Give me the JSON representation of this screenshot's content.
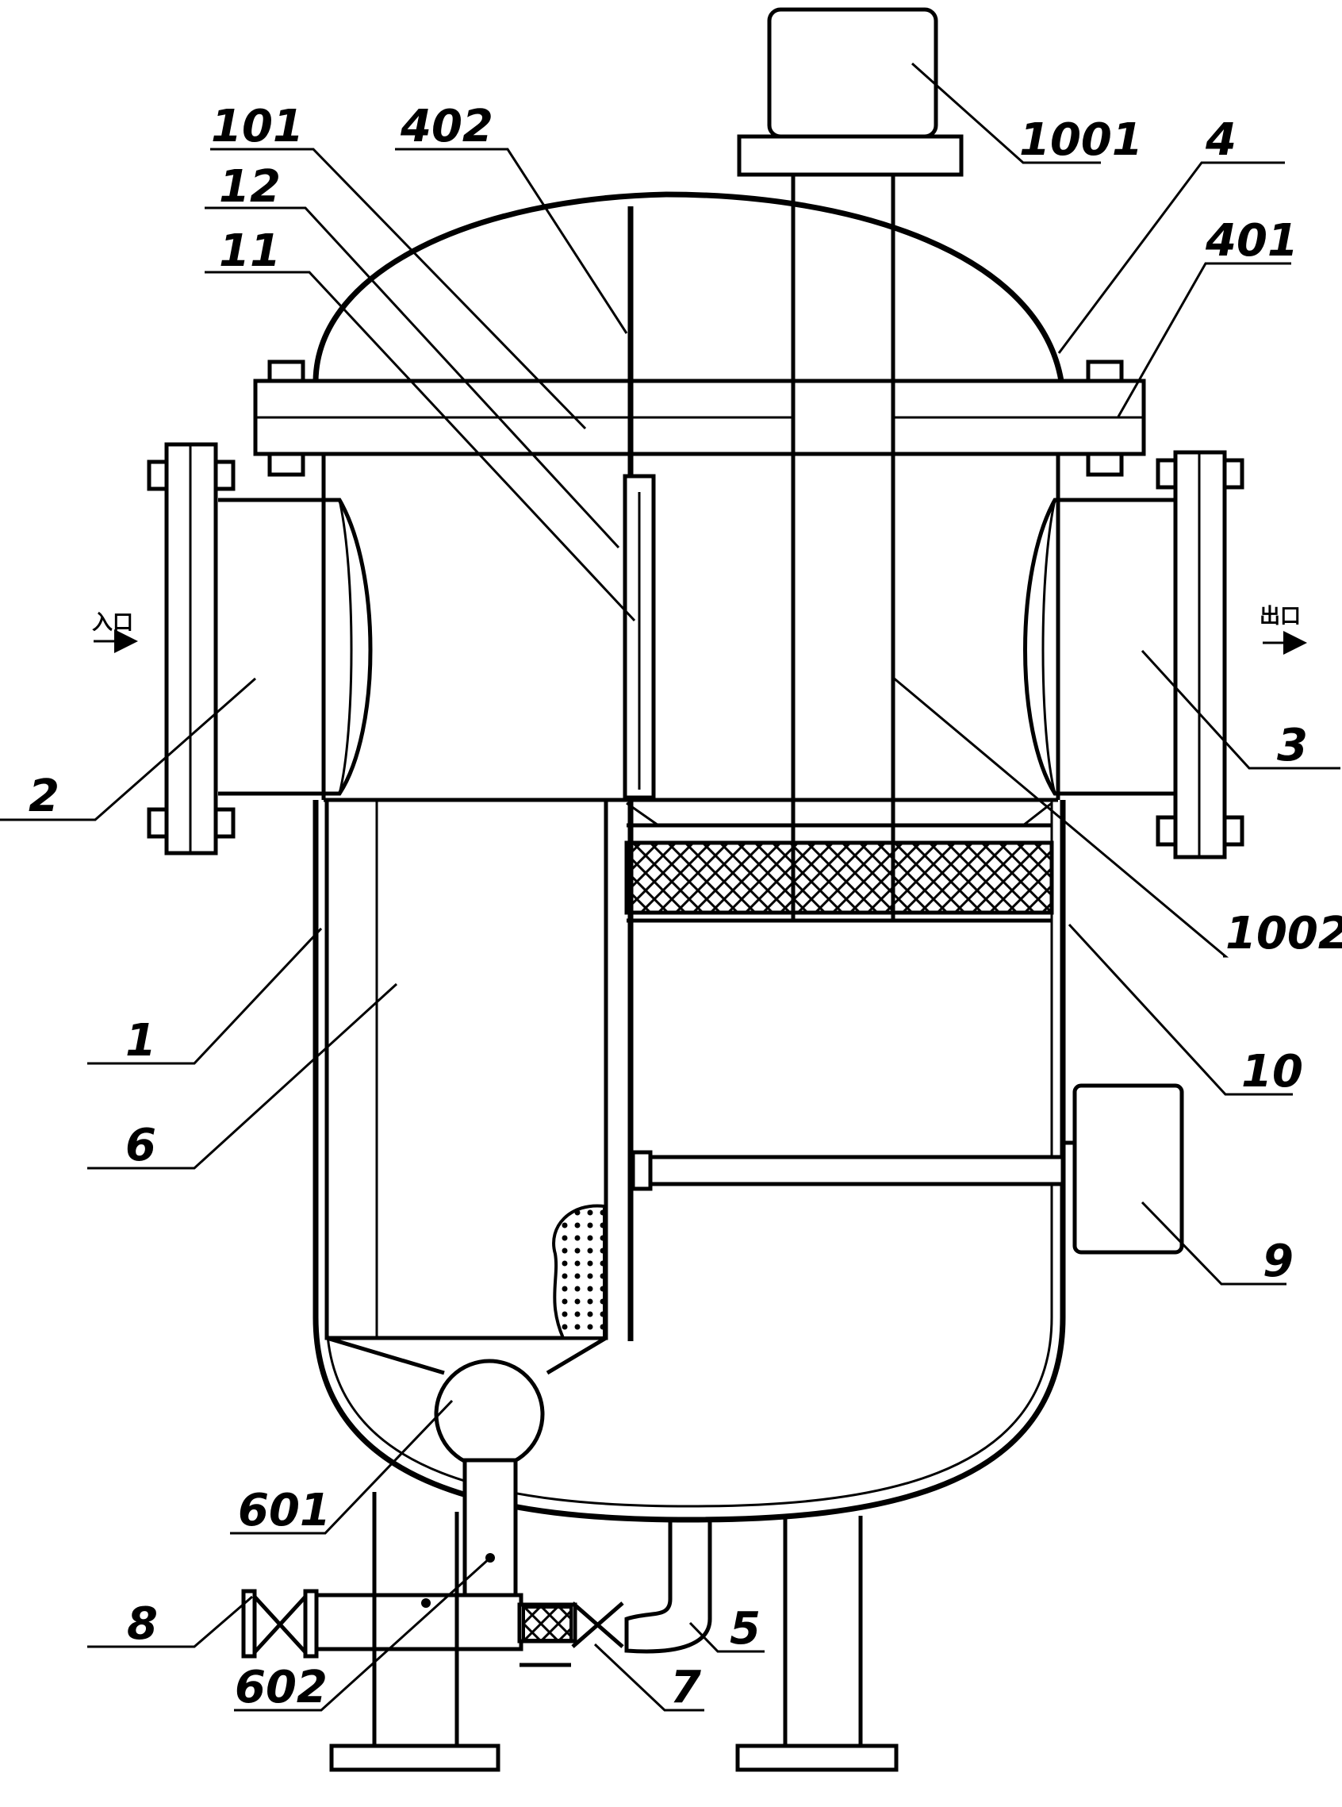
{
  "labels": {
    "l101": "101",
    "l402": "402",
    "l12": "12",
    "l11": "11",
    "l1001": "1001",
    "l4": "4",
    "l401": "401",
    "l2": "2",
    "l3": "3",
    "l1002": "1002",
    "l1": "1",
    "l6": "6",
    "l10": "10",
    "l9": "9",
    "l601": "601",
    "l5": "5",
    "l8": "8",
    "l602": "602",
    "l7": "7"
  },
  "flow": {
    "inlet": "入口",
    "outlet": "出口"
  }
}
